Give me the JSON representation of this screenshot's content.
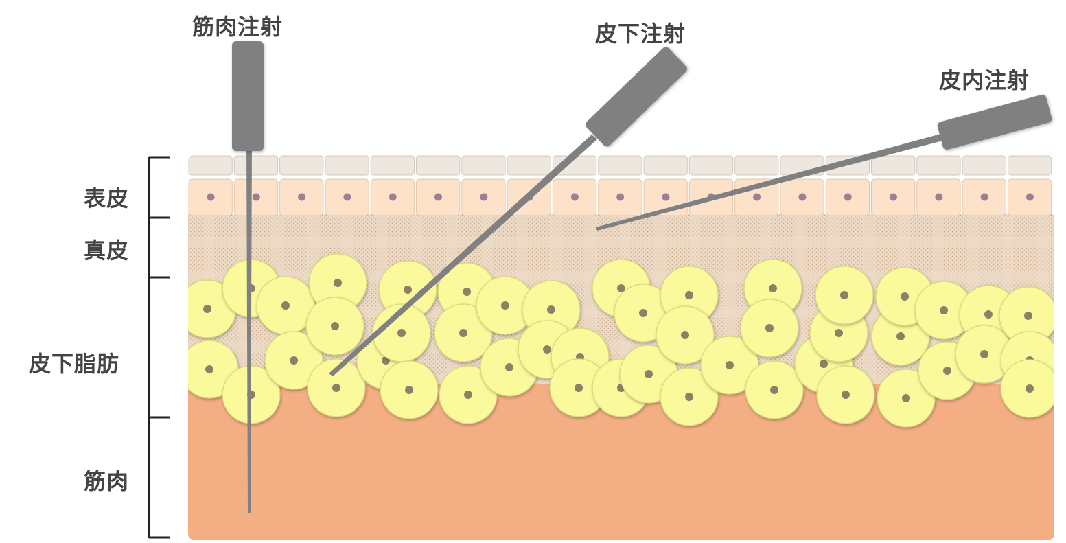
{
  "injections": {
    "intramuscular": "筋肉注射",
    "subcutaneous": "皮下注射",
    "intradermal": "皮内注射"
  },
  "layers": {
    "epidermis": "表皮",
    "dermis": "真皮",
    "subcutaneous_fat": "皮下脂肪",
    "muscle": "筋肉"
  },
  "colors": {
    "stratum_corneum": "#ede7df",
    "epidermis": "#fbe2c9",
    "epidermis_nucleus": "#a67a93",
    "dermis": "#e8d2bb",
    "fat_cell": "#fafa9c",
    "fat_nucleus": "#8f7f64",
    "muscle": "#f3ae84",
    "needle": "#808080",
    "bracket": "#222222",
    "label_text": "#444444"
  }
}
